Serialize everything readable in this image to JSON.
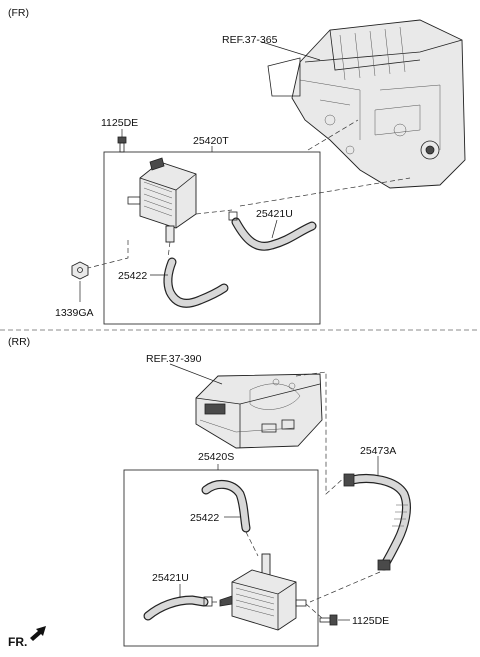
{
  "sections": {
    "front": {
      "tag": "(FR)"
    },
    "rear": {
      "tag": "(RR)"
    }
  },
  "front": {
    "ref_label": "REF.37-365",
    "group_label": "25420T",
    "bolt_label": "1125DE",
    "nut_label": "1339GA",
    "hose_upper_label": "25421U",
    "hose_lower_label": "25422"
  },
  "rear": {
    "ref_label": "REF.37-390",
    "group_label": "25420S",
    "hose_upper_label": "25422",
    "hose_lower_label": "25421U",
    "hose_ext_label": "25473A",
    "bolt_label": "1125DE"
  },
  "direction": {
    "label": "FR."
  }
}
